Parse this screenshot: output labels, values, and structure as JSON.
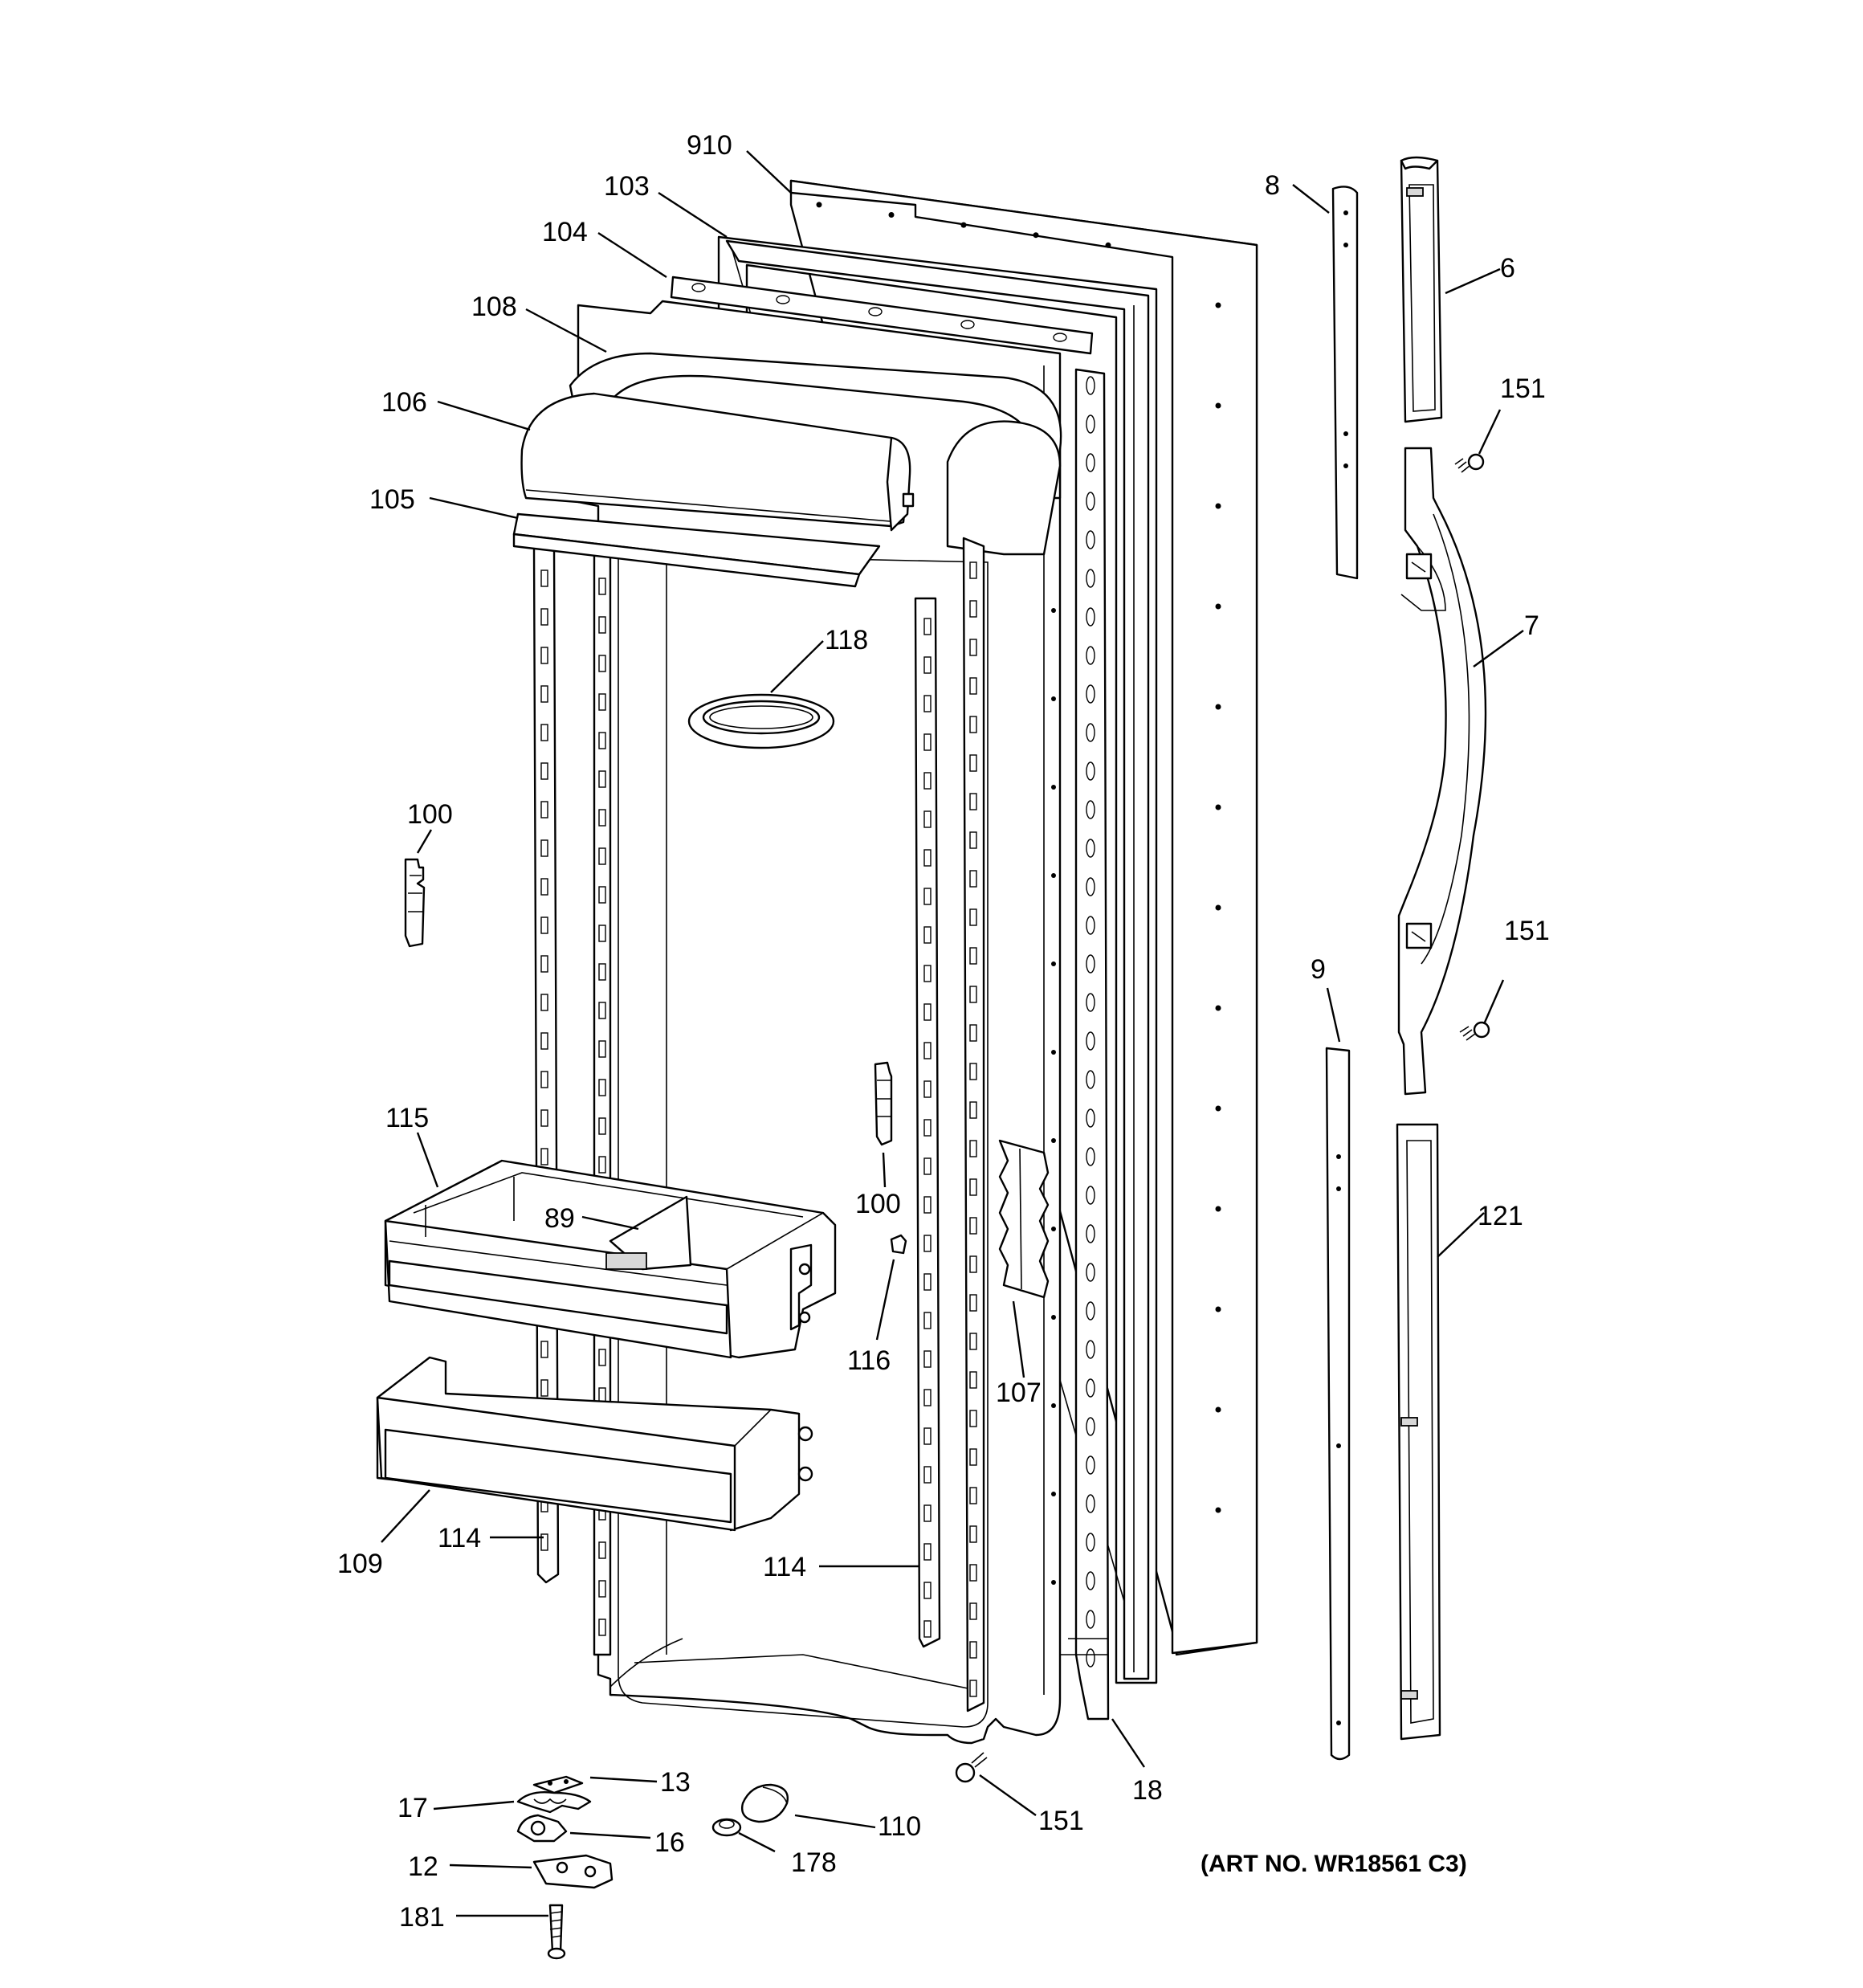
{
  "art_number": "(ART NO. WR18561 C3)",
  "callouts": [
    {
      "id": "c910",
      "label": "910"
    },
    {
      "id": "c103",
      "label": "103"
    },
    {
      "id": "c104",
      "label": "104"
    },
    {
      "id": "c108",
      "label": "108"
    },
    {
      "id": "c106",
      "label": "106"
    },
    {
      "id": "c105",
      "label": "105"
    },
    {
      "id": "c118",
      "label": "118"
    },
    {
      "id": "c100a",
      "label": "100"
    },
    {
      "id": "c100b",
      "label": "100"
    },
    {
      "id": "c115",
      "label": "115"
    },
    {
      "id": "c89",
      "label": "89"
    },
    {
      "id": "c116",
      "label": "116"
    },
    {
      "id": "c107",
      "label": "107"
    },
    {
      "id": "c109",
      "label": "109"
    },
    {
      "id": "c114a",
      "label": "114"
    },
    {
      "id": "c114b",
      "label": "114"
    },
    {
      "id": "c8",
      "label": "8"
    },
    {
      "id": "c6",
      "label": "6"
    },
    {
      "id": "c151a",
      "label": "151"
    },
    {
      "id": "c7",
      "label": "7"
    },
    {
      "id": "c151b",
      "label": "151"
    },
    {
      "id": "c9",
      "label": "9"
    },
    {
      "id": "c121",
      "label": "121"
    },
    {
      "id": "c18",
      "label": "18"
    },
    {
      "id": "c151c",
      "label": "151"
    },
    {
      "id": "c13",
      "label": "13"
    },
    {
      "id": "c17",
      "label": "17"
    },
    {
      "id": "c16",
      "label": "16"
    },
    {
      "id": "c12",
      "label": "12"
    },
    {
      "id": "c181",
      "label": "181"
    },
    {
      "id": "c110",
      "label": "110"
    },
    {
      "id": "c178",
      "label": "178"
    }
  ]
}
